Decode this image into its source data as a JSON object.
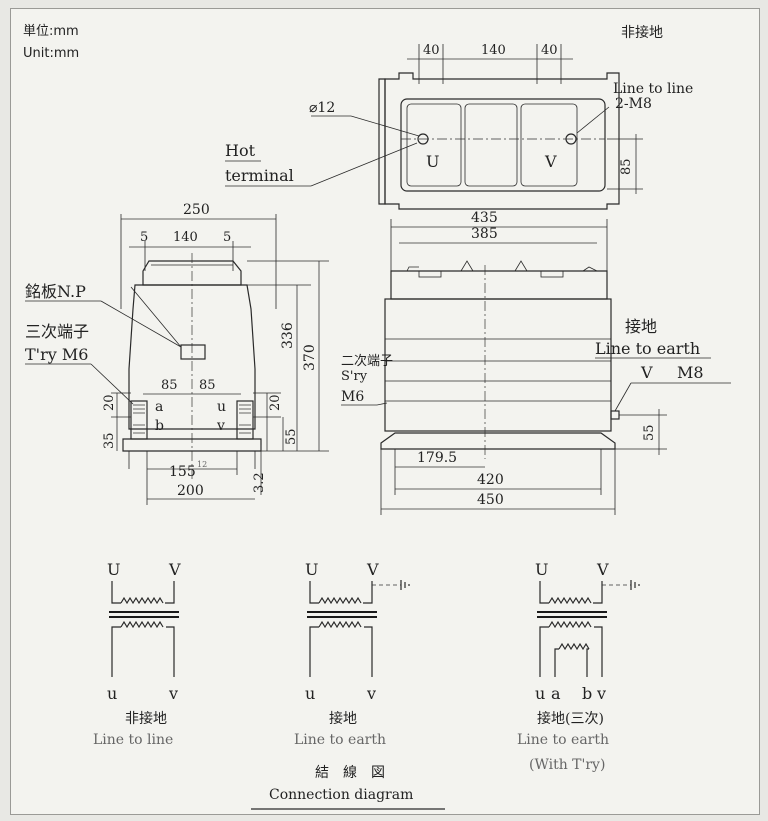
{
  "units": {
    "ja": "単位:mm",
    "en": "Unit:mm"
  },
  "top_view": {
    "dim_40_left": "40",
    "dim_140": "140",
    "dim_40_right": "40",
    "hole_label": "⌀12",
    "hot_terminal": "Hot",
    "hot_terminal_2": "terminal",
    "terminal_u": "U",
    "terminal_v": "V",
    "line_to_line_ja": "非接地",
    "line_to_line_en": "Line to line",
    "m8_label": "2-M8",
    "dim_85": "85"
  },
  "side_view": {
    "dim_250": "250",
    "dim_5_left": "5",
    "dim_140": "140",
    "dim_5_right": "5",
    "nameplate": "銘板N.P",
    "tertiary_ja": "三次端子",
    "tertiary_en": "T'ry M6",
    "dim_85_left": "85",
    "dim_85_right": "85",
    "term_a": "a",
    "term_b": "b",
    "term_u": "u",
    "term_v": "v",
    "dim_20_left": "20",
    "dim_35": "35",
    "dim_20_right": "20",
    "dim_55": "55",
    "dim_336": "336",
    "dim_370": "370",
    "dim_155": "155",
    "dim_155_sup": "12",
    "dim_200": "200",
    "dim_3_2": "3.2"
  },
  "front_view": {
    "dim_435": "435",
    "dim_385": "385",
    "secondary_ja": "二次端子",
    "secondary_en": "S'ry",
    "secondary_m6": "M6",
    "earth_ja": "接地",
    "earth_en": "Line to earth",
    "earth_v": "V",
    "earth_m8": "M8",
    "dim_55": "55",
    "dim_179_5": "179.5",
    "dim_420": "420",
    "dim_450": "450"
  },
  "schematics": [
    {
      "top_left": "U",
      "top_right": "V",
      "bottom_left": "u",
      "bottom_right": "v",
      "caption_ja": "非接地",
      "caption_en": "Line to line",
      "caption_en_2": ""
    },
    {
      "top_left": "U",
      "top_right": "V",
      "bottom_left": "u",
      "bottom_right": "v",
      "caption_ja": "接地",
      "caption_en": "Line to earth",
      "caption_en_2": ""
    },
    {
      "top_left": "U",
      "top_right": "V",
      "bottom_left": "u",
      "bottom_mid_1": "a",
      "bottom_mid_2": "b",
      "bottom_right": "v",
      "caption_ja": "接地(三次)",
      "caption_en": "Line to earth",
      "caption_en_2": "(With T'ry)"
    }
  ],
  "footer": {
    "title_ja": "結　線　図",
    "title_en": "Connection diagram"
  }
}
